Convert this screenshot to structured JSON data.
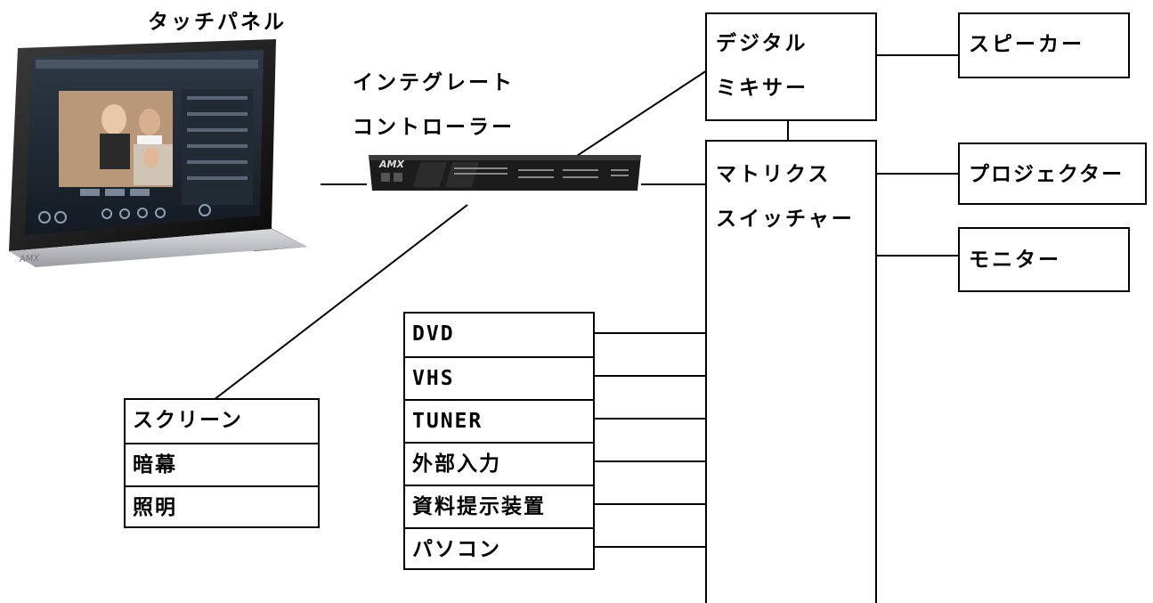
{
  "labels": {
    "touch_panel": "タッチパネル",
    "controller_line1": "インテグレート",
    "controller_line2": "コントローラー"
  },
  "device_brand": "AMX",
  "boxes": {
    "digital_mixer": [
      "デジタル",
      "ミキサー"
    ],
    "matrix_switcher": [
      "マトリクス",
      "スイッチャー"
    ],
    "speaker": "スピーカー",
    "projector": "プロジェクター",
    "monitor": "モニター"
  },
  "sources": [
    "DVD",
    "VHS",
    "TUNER",
    "外部入力",
    "資料提示装置",
    "パソコン"
  ],
  "room_controls": [
    "スクリーン",
    "暗幕",
    "照明"
  ]
}
